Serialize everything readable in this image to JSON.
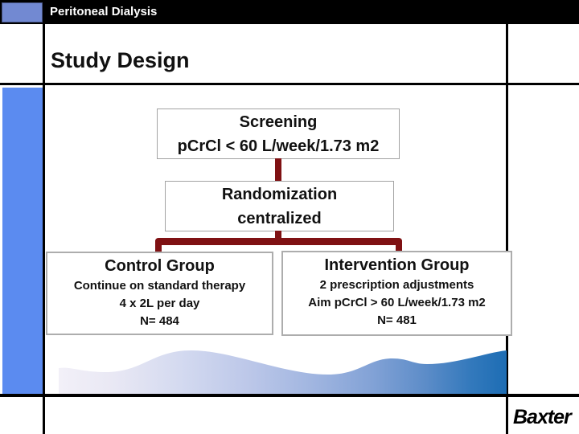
{
  "header": {
    "bar_title": "Peritoneal Dialysis",
    "slide_title": "Study Design"
  },
  "flowchart": {
    "screening": {
      "line1": "Screening",
      "line2": "pCrCl < 60 L/week/1.73 m2"
    },
    "randomization": {
      "line1": "Randomization",
      "line2": "centralized"
    },
    "control_group": {
      "title": "Control Group",
      "lines": [
        "Continue on standard therapy",
        "4 x 2L per day",
        "N= 484"
      ]
    },
    "intervention_group": {
      "title": "Intervention Group",
      "lines": [
        "2 prescription adjustments",
        "Aim pCrCl > 60 L/week/1.73 m2",
        "N= 481"
      ]
    }
  },
  "footer": {
    "logo": "Baxter"
  },
  "colors": {
    "top_bar": "#000000",
    "accent_rect_blue": "#7289d2",
    "sidebar_blue": "#5b8bf0",
    "connector_maroon": "#7f1113",
    "wave_start": "#f2f0f8",
    "wave_end": "#1d6db4",
    "box_border_gray": "#a3a3a3"
  }
}
